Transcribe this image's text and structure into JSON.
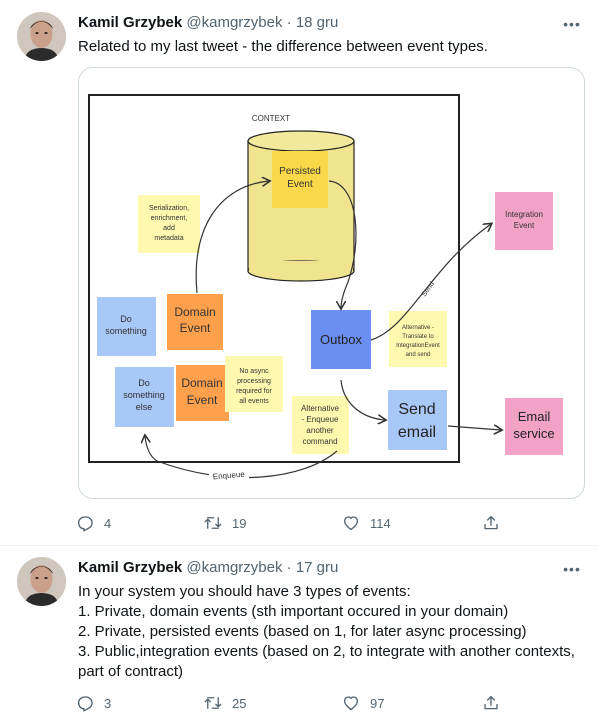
{
  "tweet1": {
    "author_name": "Kamil Grzybek",
    "handle": "@kamgrzybek",
    "separator": "·",
    "date": "18 gru",
    "text": "Related to my last tweet - the difference between event types.",
    "replies": "4",
    "retweets": "19",
    "likes": "114"
  },
  "diagram": {
    "context_label": "CONTEXT",
    "persisted_event": [
      "Persisted",
      "Event"
    ],
    "serialization_note": [
      "Serialization,",
      "enrichment,",
      "add",
      "metadata"
    ],
    "integration_event": [
      "Integration",
      "Event"
    ],
    "do_something": [
      "Do",
      "something"
    ],
    "domain_event_1": [
      "Domain",
      "Event"
    ],
    "outbox": "Outbox",
    "translate_note": [
      "Alternative -",
      "Translate to",
      "IntegrationEvent",
      "and send"
    ],
    "send_arrow_label": "Send",
    "do_something_else": [
      "Do",
      "something",
      "else"
    ],
    "domain_event_2": [
      "Domain",
      "Event"
    ],
    "no_async_note": [
      "No async",
      "processing",
      "required for",
      "all events"
    ],
    "enqueue_note": [
      "Alternative",
      "- Enqueue",
      "another",
      "command"
    ],
    "send_email": [
      "Send",
      "email"
    ],
    "email_service": [
      "Email",
      "service"
    ],
    "enqueue_arrow_label": "Enqueue"
  },
  "tweet2": {
    "author_name": "Kamil Grzybek",
    "handle": "@kamgrzybek",
    "separator": "·",
    "date": "17 gru",
    "text_lines": [
      "In your system you should have 3 types of events:",
      "1. Private, domain events (sth important occured in your domain)",
      "2. Private, persisted events (based on 1, for later async processing)",
      "3. Public,integration events (based on 2, to integrate with another contexts,",
      "part of contract)"
    ],
    "replies": "3",
    "retweets": "25",
    "likes": "97"
  },
  "icons": {
    "more": "more-dots-icon",
    "reply": "reply-icon",
    "retweet": "retweet-icon",
    "like": "heart-icon",
    "share": "share-icon"
  },
  "colors": {
    "text_primary": "#0f1419",
    "text_secondary": "#536471",
    "note_yellow": "#fff9b0",
    "note_orange": "#ffa04d",
    "note_blue": "#a8c8f8",
    "note_pink": "#f2a2c6",
    "note_persisted": "#f9d94a",
    "database": "#f0e48e"
  }
}
